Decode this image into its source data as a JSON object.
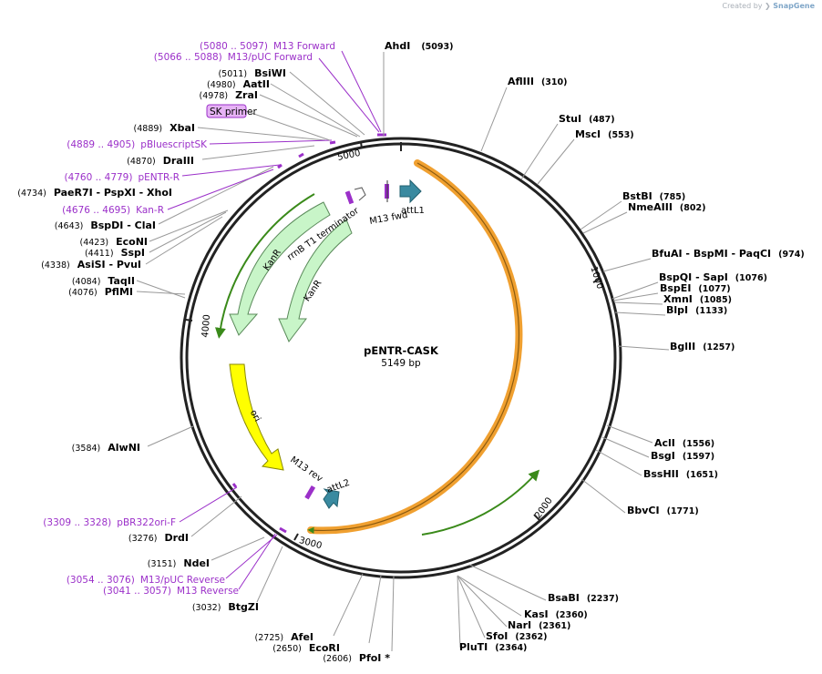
{
  "credit": {
    "prefix": "Created by",
    "brand": "SnapGene"
  },
  "plasmid": {
    "name": "pENTR-CASK",
    "size_label": "5149 bp",
    "length": 5149
  },
  "ticks": [
    "1000",
    "2000",
    "3000",
    "4000",
    "5000"
  ],
  "sites": [
    {
      "name": "AhdI",
      "pos": "(5093)",
      "side": "right"
    },
    {
      "name": "AflIII",
      "pos": "(310)",
      "side": "right"
    },
    {
      "name": "StuI",
      "pos": "(487)",
      "side": "right"
    },
    {
      "name": "MscI",
      "pos": "(553)",
      "side": "right"
    },
    {
      "name": "BstBI",
      "pos": "(785)",
      "side": "right"
    },
    {
      "name": "NmeAIII",
      "pos": "(802)",
      "side": "right"
    },
    {
      "name": "BfuAI - BspMI - PaqCI",
      "pos": "(974)",
      "side": "right"
    },
    {
      "name": "BspQI - SapI",
      "pos": "(1076)",
      "side": "right"
    },
    {
      "name": "BspEI",
      "pos": "(1077)",
      "side": "right"
    },
    {
      "name": "XmnI",
      "pos": "(1085)",
      "side": "right"
    },
    {
      "name": "BlpI",
      "pos": "(1133)",
      "side": "right"
    },
    {
      "name": "BglII",
      "pos": "(1257)",
      "side": "right"
    },
    {
      "name": "AclI",
      "pos": "(1556)",
      "side": "right"
    },
    {
      "name": "BsgI",
      "pos": "(1597)",
      "side": "right"
    },
    {
      "name": "BssHII",
      "pos": "(1651)",
      "side": "right"
    },
    {
      "name": "BbvCI",
      "pos": "(1771)",
      "side": "right"
    },
    {
      "name": "BsaBI",
      "pos": "(2237)",
      "side": "right"
    },
    {
      "name": "KasI",
      "pos": "(2360)",
      "side": "right"
    },
    {
      "name": "NarI",
      "pos": "(2361)",
      "side": "right"
    },
    {
      "name": "SfoI",
      "pos": "(2362)",
      "side": "right"
    },
    {
      "name": "PluTI",
      "pos": "(2364)",
      "side": "right"
    },
    {
      "name": "PfoI *",
      "pos": "(2606)",
      "side": "left"
    },
    {
      "name": "EcoRI",
      "pos": "(2650)",
      "side": "left"
    },
    {
      "name": "AfeI",
      "pos": "(2725)",
      "side": "left"
    },
    {
      "name": "BtgZI",
      "pos": "(3032)",
      "side": "left"
    },
    {
      "name": "NdeI",
      "pos": "(3151)",
      "side": "left"
    },
    {
      "name": "DrdI",
      "pos": "(3276)",
      "side": "left"
    },
    {
      "name": "AlwNI",
      "pos": "(3584)",
      "side": "left"
    },
    {
      "name": "PflMI",
      "pos": "(4076)",
      "side": "left"
    },
    {
      "name": "TaqII",
      "pos": "(4084)",
      "side": "left"
    },
    {
      "name": "AsiSI - PvuI",
      "pos": "(4338)",
      "side": "left"
    },
    {
      "name": "SspI",
      "pos": "(4411)",
      "side": "left"
    },
    {
      "name": "EcoNI",
      "pos": "(4423)",
      "side": "left"
    },
    {
      "name": "BspDI - ClaI",
      "pos": "(4643)",
      "side": "left"
    },
    {
      "name": "PaeR7I - PspXI - XhoI",
      "pos": "(4734)",
      "side": "left"
    },
    {
      "name": "DraIII",
      "pos": "(4870)",
      "side": "left"
    },
    {
      "name": "XbaI",
      "pos": "(4889)",
      "side": "left"
    },
    {
      "name": "ZraI",
      "pos": "(4978)",
      "side": "left"
    },
    {
      "name": "AatII",
      "pos": "(4980)",
      "side": "left"
    },
    {
      "name": "BsiWI",
      "pos": "(5011)",
      "side": "left"
    }
  ],
  "primers": [
    {
      "name": "M13 Forward",
      "range": "(5080 .. 5097)"
    },
    {
      "name": "M13/pUC Forward",
      "range": "(5066 .. 5088)"
    },
    {
      "name": "pBluescriptSK",
      "range": "(4889 .. 4905)"
    },
    {
      "name": "pENTR-R",
      "range": "(4760 .. 4779)"
    },
    {
      "name": "Kan-R",
      "range": "(4676 .. 4695)"
    },
    {
      "name": "pBR322ori-F",
      "range": "(3309 .. 3328)"
    },
    {
      "name": "M13/pUC Reverse",
      "range": "(3054 .. 3076)"
    },
    {
      "name": "M13 Reverse",
      "range": "(3041 .. 3057)"
    }
  ],
  "highlighted_primer": "SK primer",
  "features": [
    {
      "name": "KanR",
      "type": "cds"
    },
    {
      "name": "KanR",
      "type": "cds"
    },
    {
      "name": "rrnB T1 terminator",
      "type": "terminator"
    },
    {
      "name": "M13 fwd",
      "type": "primer_bind"
    },
    {
      "name": "attL1",
      "type": "misc"
    },
    {
      "name": "ori",
      "type": "origin"
    },
    {
      "name": "M13 rev",
      "type": "primer_bind"
    },
    {
      "name": "attL2",
      "type": "misc"
    }
  ],
  "colors": {
    "backbone": "#222222",
    "insert_orange": "#f0a030",
    "kanr_fill": "#c8f5c8",
    "kanr_stroke": "#5a8a5a",
    "ori_fill": "#ffff00",
    "att_fill": "#3a8aa0",
    "primer_purple": "#9b30c9",
    "orf_green": "#3a8a1a"
  }
}
